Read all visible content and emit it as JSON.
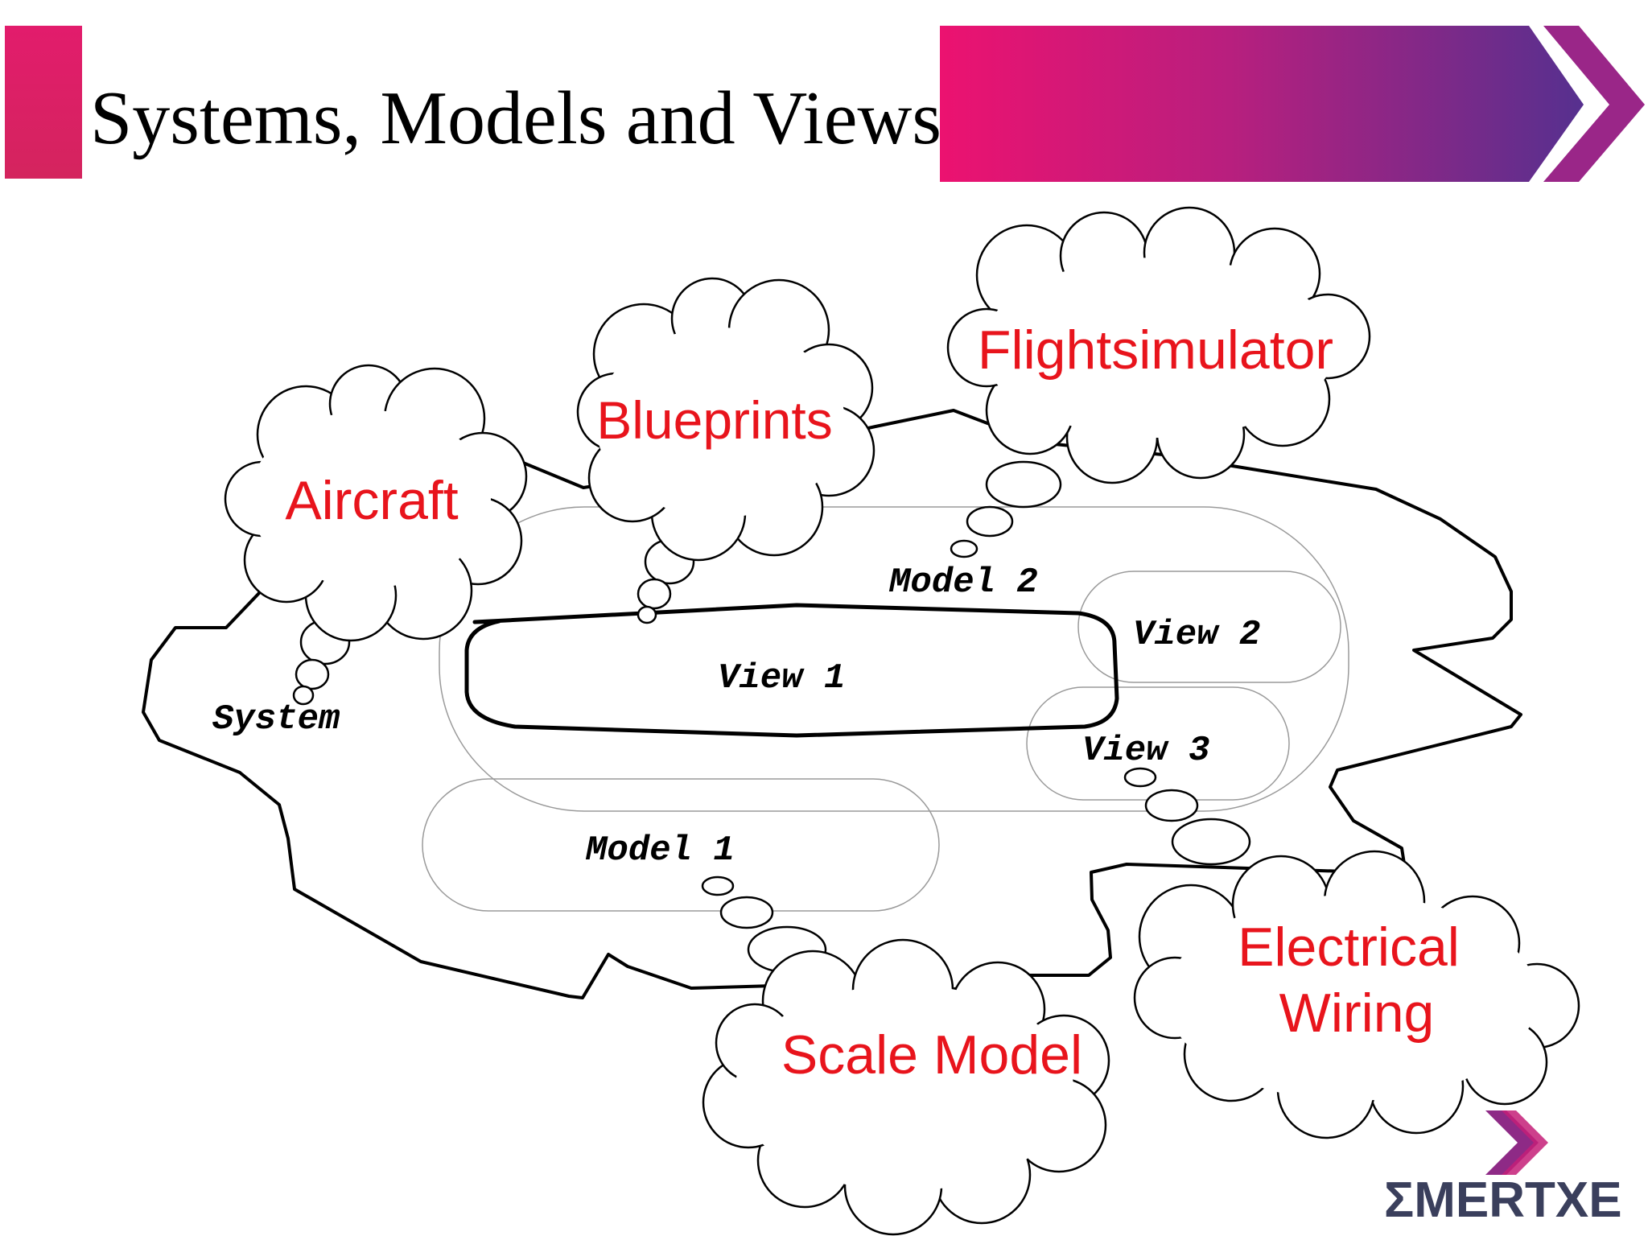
{
  "slide": {
    "title": "Systems, Models and Views",
    "accent_colors": {
      "magenta": "#e8136f",
      "pink": "#e11d74",
      "purple": "#5b2d8e"
    }
  },
  "diagram": {
    "system_label": "System",
    "model_labels": [
      "Model 1",
      "Model 2"
    ],
    "view_labels": [
      "View 1",
      "View 2",
      "View 3"
    ],
    "clouds": {
      "aircraft": "Aircraft",
      "blueprints": "Blueprints",
      "flightsimulator": "Flightsimulator",
      "scale_model": "Scale Model",
      "electrical_line1": "Electrical",
      "electrical_line2": "Wiring"
    },
    "label_color": "#e8141c"
  },
  "logo": {
    "text": "ƩMERTXE",
    "icon": "chevron-logo-icon"
  }
}
